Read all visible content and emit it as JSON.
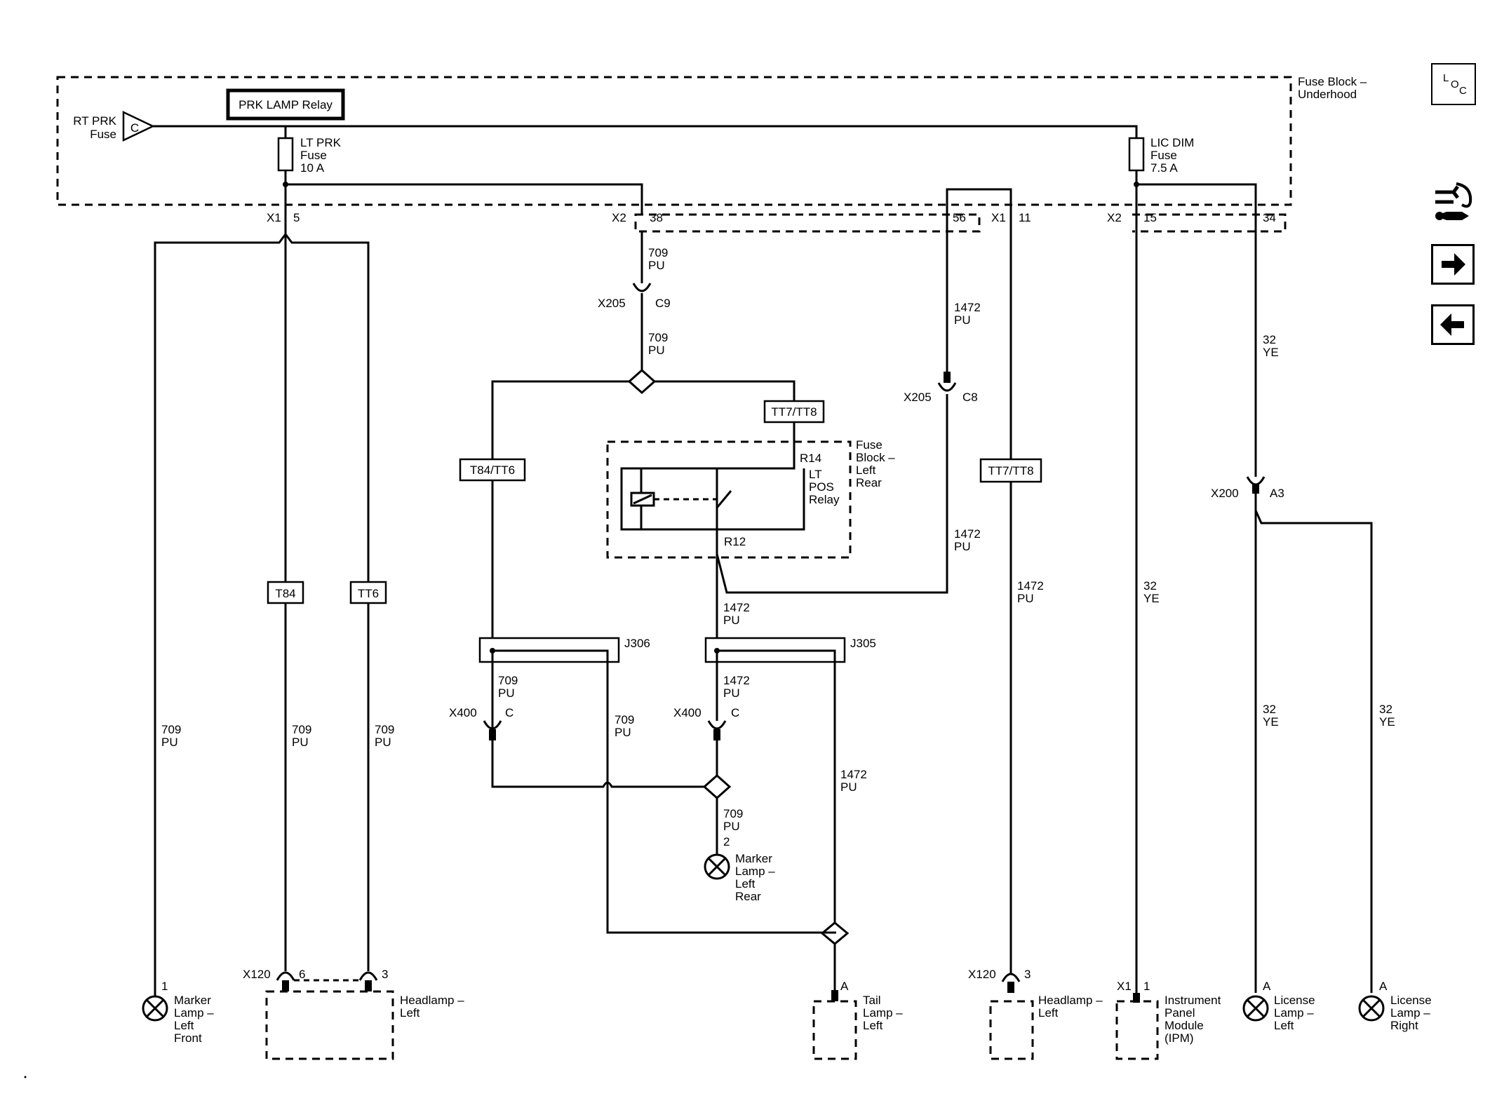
{
  "fuse_block_underhood": {
    "label_1": "Fuse Block –",
    "label_2": "Underhood",
    "relay": "PRK LAMP Relay",
    "rt_prk_1": "RT PRK",
    "rt_prk_2": "Fuse",
    "rt_prk_pin": "C",
    "lt_prk_1": "LT PRK",
    "lt_prk_2": "Fuse",
    "lt_prk_3": "10 A",
    "lic_dim_1": "LIC DIM",
    "lic_dim_2": "Fuse",
    "lic_dim_3": "7.5 A"
  },
  "connectors": {
    "x1": "X1",
    "x2": "X2",
    "pin_5": "5",
    "pin_38": "38",
    "pin_56": "56",
    "pin_11": "11",
    "pin_15": "15",
    "pin_34": "34",
    "x205": "X205",
    "c9": "C9",
    "c8": "C8",
    "x200": "X200",
    "a3": "A3",
    "x400": "X400",
    "c": "C",
    "x120": "X120",
    "pin_6": "6",
    "pin_3": "3",
    "pin_1": "1",
    "pin_2": "2",
    "a": "A"
  },
  "wires": {
    "n709": "709",
    "n1472": "1472",
    "n32": "32",
    "pu": "PU",
    "ye": "YE"
  },
  "boxes": {
    "tt7_tt8": "TT7/TT8",
    "t84_tt6": "T84/TT6",
    "t84": "T84",
    "tt6": "TT6",
    "j306": "J306",
    "j305": "J305"
  },
  "relay_left_rear": {
    "block_1": "Fuse",
    "block_2": "Block –",
    "block_3": "Left",
    "block_4": "Rear",
    "r14": "R14",
    "r12": "R12",
    "relay_1": "LT",
    "relay_2": "POS",
    "relay_3": "Relay"
  },
  "components": {
    "marker_lf": [
      "Marker",
      "Lamp –",
      "Left",
      "Front"
    ],
    "headlamp_left": [
      "Headlamp –",
      "Left"
    ],
    "marker_lr": [
      "Marker",
      "Lamp –",
      "Left",
      "Rear"
    ],
    "tail_left": [
      "Tail",
      "Lamp –",
      "Left"
    ],
    "ipm": [
      "Instrument",
      "Panel",
      "Module",
      "(IPM)"
    ],
    "license_left": [
      "License",
      "Lamp –",
      "Left"
    ],
    "license_right": [
      "License",
      "Lamp –",
      "Right"
    ]
  },
  "nav": {
    "loc_1": "L",
    "loc_2": "O",
    "loc_3": "C"
  }
}
